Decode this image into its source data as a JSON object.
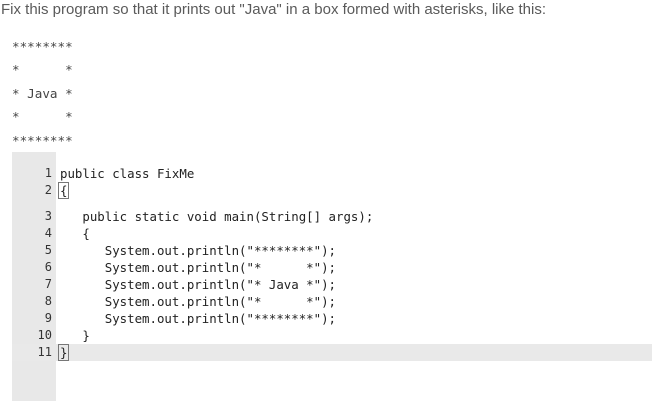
{
  "prompt": "Fix this program so that it prints out \"Java\" in a box formed with asterisks, like this:",
  "sample_output": [
    "********",
    "*      *",
    "* Java *",
    "*      *",
    "********"
  ],
  "editor": {
    "active_line": 11,
    "lines": [
      {
        "num": "1",
        "code": "public class FixMe"
      },
      {
        "num": "2",
        "code": "{"
      },
      {
        "num": "3",
        "code": "   public static void main(String[] args);"
      },
      {
        "num": "4",
        "code": "   {"
      },
      {
        "num": "5",
        "code": "      System.out.println(\"********\");"
      },
      {
        "num": "6",
        "code": "      System.out.println(\"*      *\");"
      },
      {
        "num": "7",
        "code": "      System.out.println(\"* Java *\");"
      },
      {
        "num": "8",
        "code": "      System.out.println(\"*      *\");"
      },
      {
        "num": "9",
        "code": "      System.out.println(\"********\");"
      },
      {
        "num": "10",
        "code": "   }"
      },
      {
        "num": "11",
        "code": "}"
      }
    ]
  }
}
